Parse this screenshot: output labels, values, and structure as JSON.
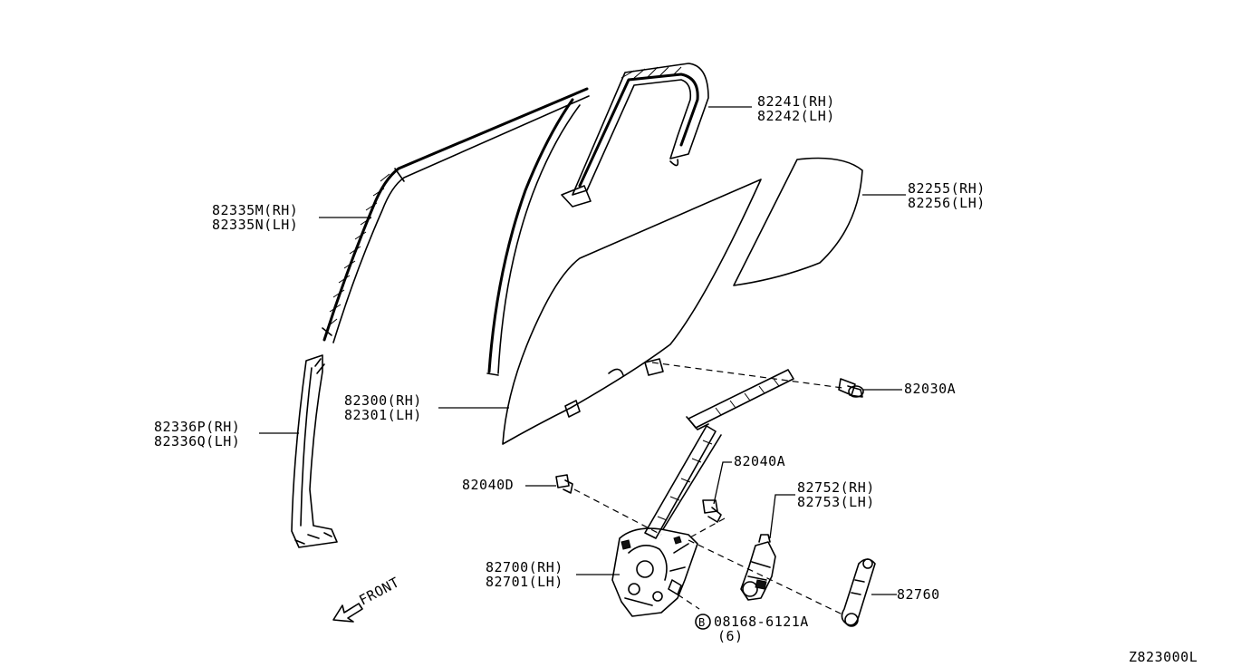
{
  "labels": {
    "p82241": "82241(RH)",
    "p82242": "82242(LH)",
    "p82255": "82255(RH)",
    "p82256": "82256(LH)",
    "p82335M": "82335M(RH)",
    "p82335N": "82335N(LH)",
    "p82300": "82300(RH)",
    "p82301": "82301(LH)",
    "p82030A": "82030A",
    "p82336P": "82336P(RH)",
    "p82336Q": "82336Q(LH)",
    "p82040A": "82040A",
    "p82040D": "82040D",
    "p82752": "82752(RH)",
    "p82753": "82753(LH)",
    "p82700": "82700(RH)",
    "p82701": "82701(LH)",
    "p82760": "82760",
    "p08168_mark": "B",
    "p08168": "08168-6121A",
    "p08168_qty": "(6)",
    "front": "FRONT",
    "diagram_code": "Z823000L"
  }
}
